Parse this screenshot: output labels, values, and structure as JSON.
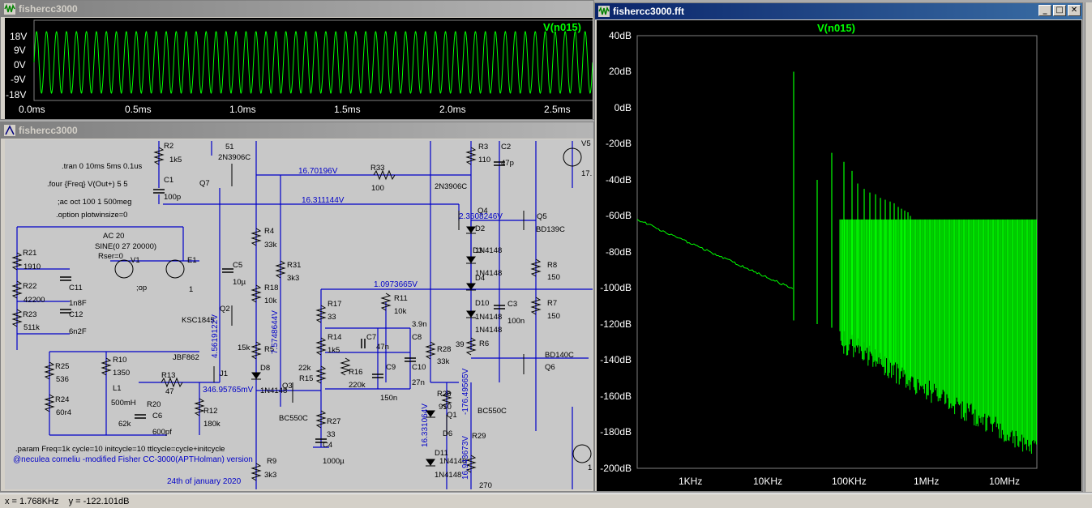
{
  "transient_window": {
    "title": "fishercc3000",
    "trace_label": "V(n015)",
    "y_ticks": [
      "18V",
      "9V",
      "0V",
      "-9V",
      "-18V"
    ],
    "x_ticks": [
      "0.0ms",
      "0.5ms",
      "1.0ms",
      "1.5ms",
      "2.0ms",
      "2.5ms"
    ],
    "trace_color": "#00ff00"
  },
  "schematic_window": {
    "title": "fishercc3000",
    "directives": [
      ".tran 0 10ms 5ms 0.1us",
      ".four {Freq} V(Out+) 5 5",
      ";ac oct 100 1 500meg",
      ".option plotwinsize=0",
      ".param Freq=1k cycle=10 initcycle=10 ttlcycle=cycle+initcycle",
      "@neculea corneliu -modified Fisher CC-3000(APTHolman) version",
      "24th of january 2020"
    ],
    "node_voltages": [
      "16.70196V",
      "16.311144V",
      "2.3608246V",
      "1.0973665V",
      "346.95765mV",
      "4.5619122V",
      "7.5748644V",
      "16.331064V",
      "-176.49565V",
      "16.943673V"
    ],
    "labels": [
      "R2",
      "1k5",
      "C1",
      "100p",
      "51",
      "2N3906C",
      "Q7",
      "R33",
      "100",
      "R3",
      "110",
      "C2",
      "47p",
      "2N3906C",
      "Q4",
      "Q5",
      "BD139C",
      "V5",
      "17.",
      "AC 20",
      "SINE(0 27 20000)",
      "Rser=0",
      "V1",
      "E1",
      ";op",
      "1",
      "R21",
      "1910",
      "R22",
      "42200",
      "R23",
      "511k",
      "C11",
      "1n8F",
      "C12",
      "6n2F",
      "R4",
      "33k",
      "C5",
      "10µ",
      "R18",
      "10k",
      "R31",
      "3k3",
      "Q2",
      "KSC1845",
      "JBF862",
      "J1",
      "R25",
      "536",
      "R24",
      "60r4",
      "R10",
      "1350",
      "L1",
      "500mH",
      "R13",
      "47",
      "R20",
      "62k",
      "C6",
      "600pf",
      "R12",
      "180k",
      "15k",
      "R5",
      "D8",
      "1N4148",
      "Q3",
      "BC550C",
      "22k",
      "R15",
      "R27",
      "33",
      "C4",
      "1000µ",
      "R9",
      "3k3",
      "R17",
      "33",
      "R11",
      "10k",
      "R14",
      "1k5",
      "C7",
      "47n",
      "C8",
      "3.9n",
      "R16",
      "220k",
      "C9",
      "150n",
      "C10",
      "27n",
      "R28",
      "33k",
      "C3",
      "100n",
      "R6",
      "39",
      "R26",
      "910",
      "Q1",
      "BC550C",
      "D6",
      "R29",
      "D11",
      "270",
      "D2",
      "D3",
      "D4",
      "D10",
      "R8",
      "150",
      "R7",
      "150",
      "BD140C",
      "Q6"
    ]
  },
  "fft_window": {
    "title": "fishercc3000.fft",
    "trace_label": "V(n015)",
    "y_ticks": [
      "40dB",
      "20dB",
      "0dB",
      "-20dB",
      "-40dB",
      "-60dB",
      "-80dB",
      "-100dB",
      "-120dB",
      "-140dB",
      "-160dB",
      "-180dB",
      "-200dB"
    ],
    "x_ticks": [
      "1KHz",
      "10KHz",
      "100KHz",
      "1MHz",
      "10MHz"
    ],
    "trace_color": "#00ff00"
  },
  "status_bar": {
    "cursor": "x = 1.768KHz    y = -122.101dB"
  }
}
